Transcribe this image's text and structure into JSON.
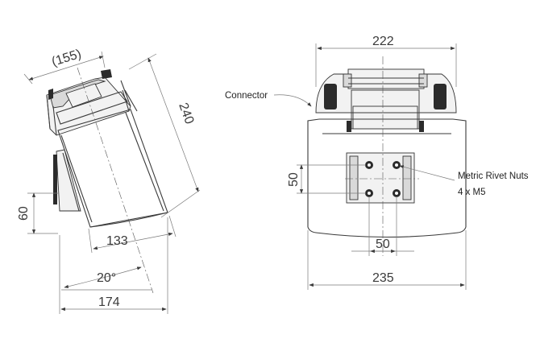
{
  "side_view": {
    "dims": {
      "top_width": "(155)",
      "length": "240",
      "mount_height": "60",
      "bottom_width": "133",
      "angle": "20°",
      "overall_width": "174"
    }
  },
  "front_view": {
    "dims": {
      "top_width": "222",
      "hole_vertical_spacing": "50",
      "hole_horizontal_spacing": "50",
      "overall_width": "235"
    },
    "labels": {
      "connector": "Connector",
      "rivet_nuts_line1": "Metric Rivet Nuts",
      "rivet_nuts_line2": "4 x M5"
    }
  }
}
